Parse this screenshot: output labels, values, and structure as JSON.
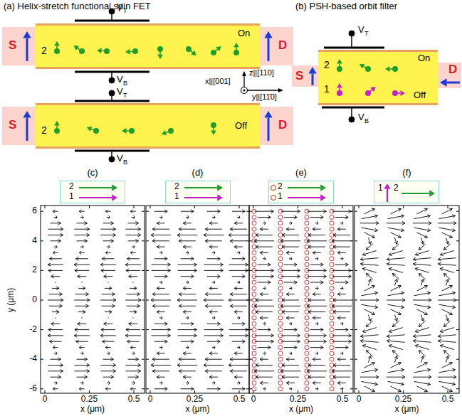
{
  "diagram": {
    "nodes": [
      {
        "text": [
          "S"
        ]
      },
      {
        "text": [
          "2",
          "On"
        ]
      },
      {
        "text": [
          "D"
        ]
      },
      {
        "text": [
          "S"
        ]
      },
      {
        "text": [
          "2",
          "Off"
        ]
      },
      {
        "text": [
          "D"
        ]
      },
      {
        "text": [
          "S"
        ]
      },
      {
        "text": [
          "2",
          "On"
        ]
      },
      {
        "text": [
          "1",
          "Off"
        ]
      },
      {
        "text": [
          "D"
        ]
      },
      {
        "text": [
          "2",
          "1"
        ]
      },
      {
        "text": [
          "2",
          "1"
        ]
      },
      {
        "text": [
          "2",
          "1"
        ]
      },
      {
        "text": [
          "1",
          "2"
        ]
      }
    ],
    "labels": [
      "(a) Helix-stretch functional spin FET",
      "(b) PSH-based orbit filter",
      "V",
      "T",
      "V",
      "B",
      "V",
      "T",
      "V",
      "B",
      "z||[110]",
      "y||[11̄0]",
      "x||[001]",
      "V",
      "T",
      "V",
      "B",
      "(c)",
      "(d)",
      "(e)",
      "(f)",
      "6",
      "4",
      "2",
      "0",
      "-2",
      "-4",
      "-6",
      "y (μm)",
      "0",
      "0.25",
      "0.5",
      "x (μm)",
      "0",
      "0.25",
      "0.5",
      "x (μm)",
      "0",
      "0.25",
      "0.5",
      "x (μm)",
      "0",
      "0.25",
      "0.5",
      "x (μm)"
    ]
  }
}
